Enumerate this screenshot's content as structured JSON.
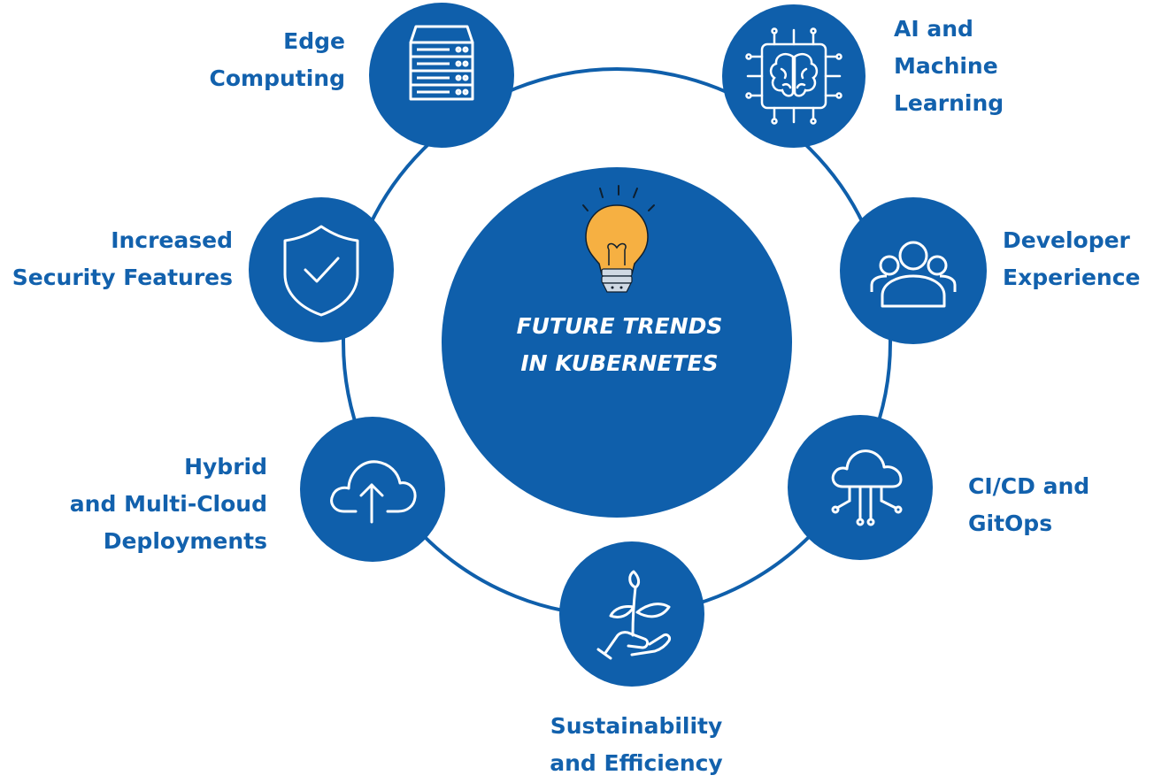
{
  "title": {
    "line1": "FUTURE TRENDS",
    "line2": "IN KUBERNETES"
  },
  "colors": {
    "primary": "#0f5fab",
    "text": "#1261ad",
    "bulb": "#f6b042",
    "bulb_base": "#cfd9e4"
  },
  "nodes": [
    {
      "icon": "server-icon",
      "lines": [
        "Edge",
        "Computing"
      ]
    },
    {
      "icon": "brain-chip-icon",
      "lines": [
        "AI and",
        "Machine",
        "Learning"
      ]
    },
    {
      "icon": "shield-check-icon",
      "lines": [
        "Increased",
        "Security Features"
      ]
    },
    {
      "icon": "users-icon",
      "lines": [
        "Developer",
        "Experience"
      ]
    },
    {
      "icon": "cloud-upload-icon",
      "lines": [
        "Hybrid",
        "and Multi-Cloud",
        "Deployments"
      ]
    },
    {
      "icon": "cloud-network-icon",
      "lines": [
        "CI/CD and",
        "GitOps"
      ]
    },
    {
      "icon": "plant-hand-icon",
      "lines": [
        "Sustainability",
        "and Efficiency"
      ]
    }
  ]
}
